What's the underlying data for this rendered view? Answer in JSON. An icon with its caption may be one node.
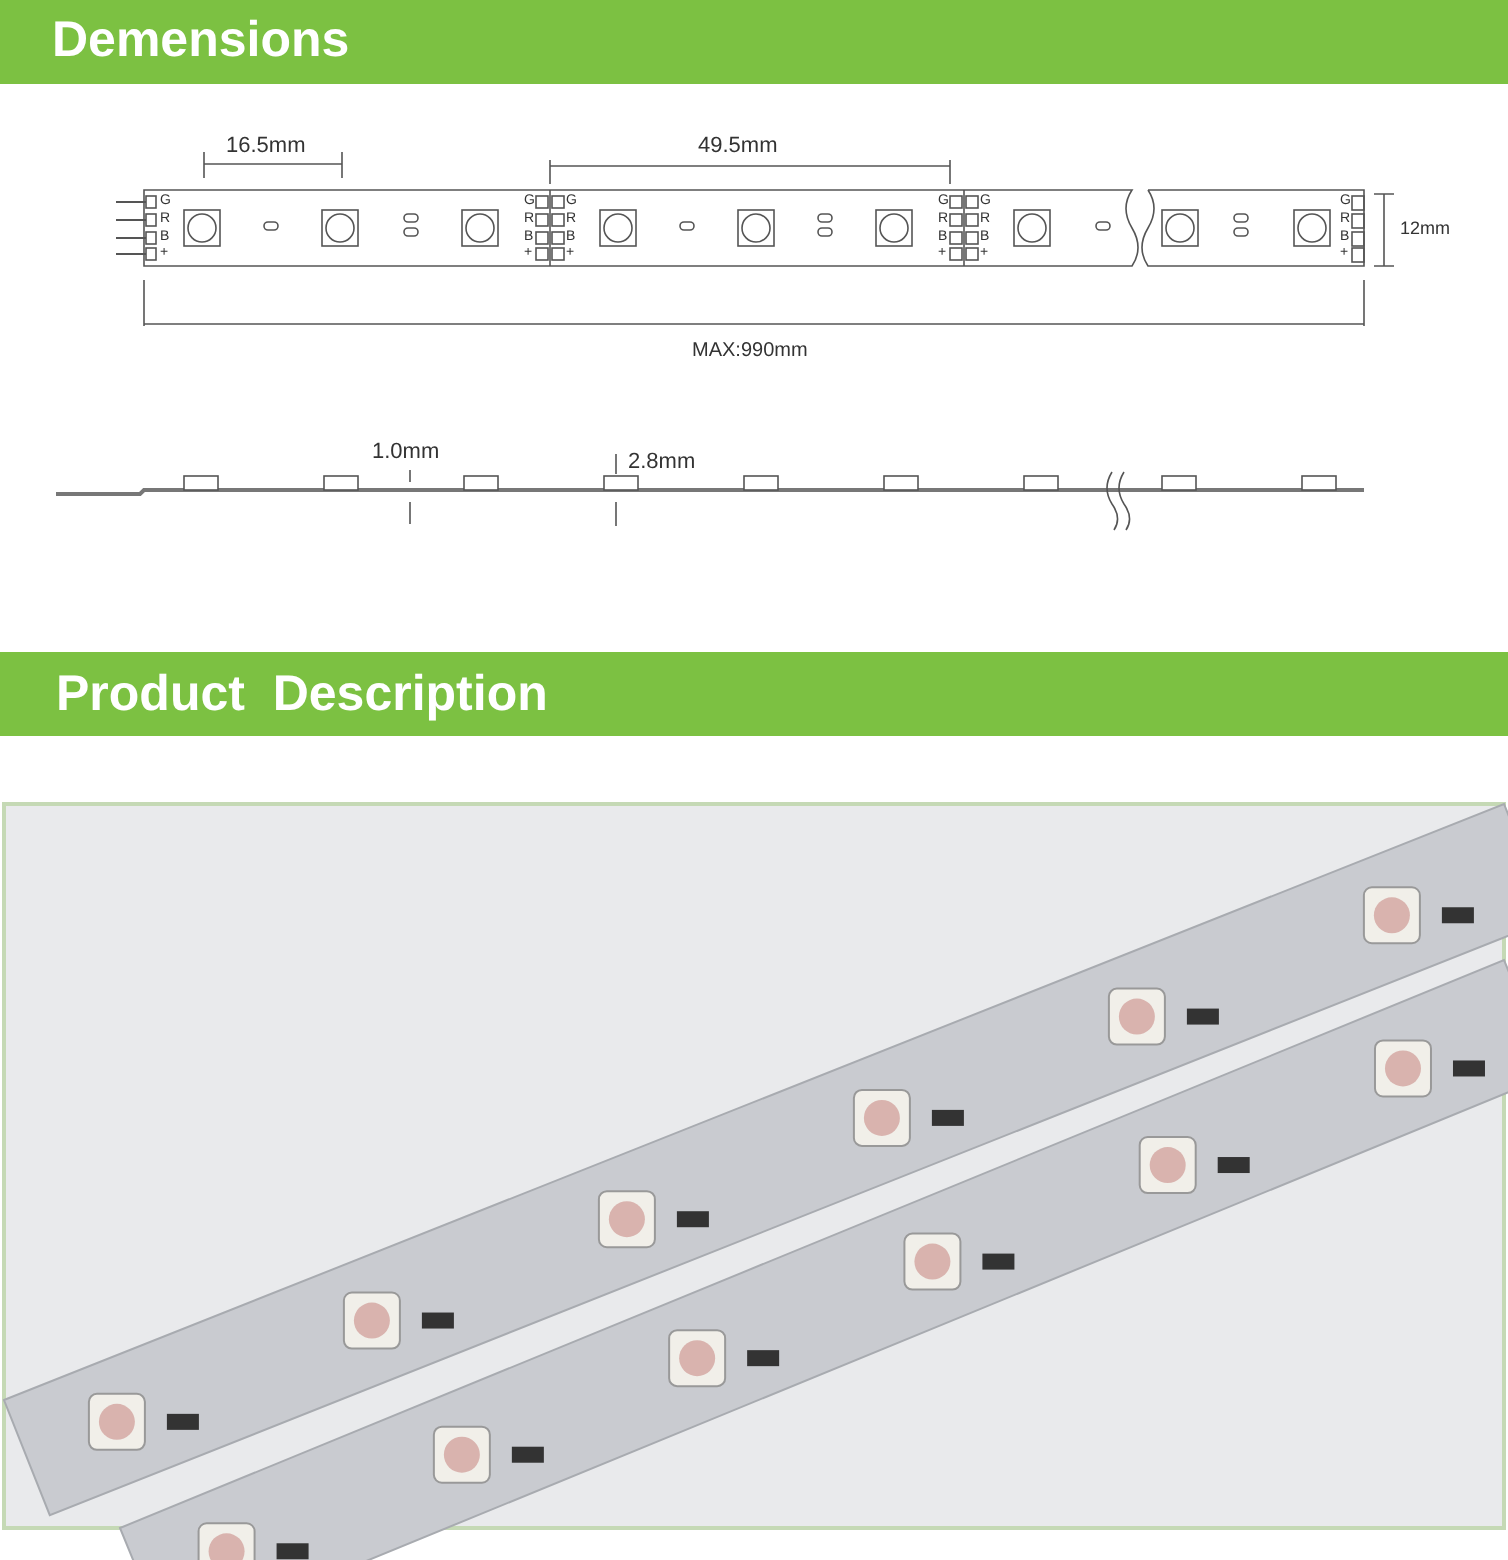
{
  "diagram": {
    "labels": [
      "Demensions",
      "16.5mm",
      "49.5mm",
      "G",
      "R",
      "B",
      "+",
      "G",
      "R",
      "B",
      "+",
      "G",
      "R",
      "B",
      "+",
      "G",
      "R",
      "B",
      "+",
      "G",
      "R",
      "B",
      "+",
      "G",
      "R",
      "B",
      "+",
      "12mm",
      "MAX:990mm",
      "1.0mm",
      "2.8mm",
      "Product  Description"
    ]
  }
}
